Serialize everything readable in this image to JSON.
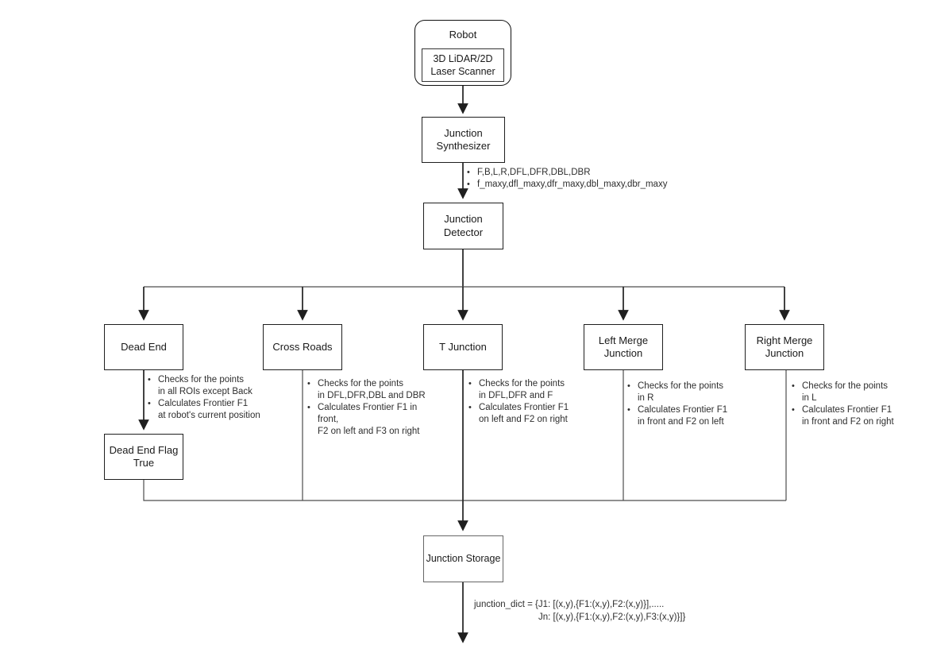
{
  "diagram": {
    "robot": {
      "label": "Robot",
      "sensor_label": "3D LiDAR/2D\nLaser Scanner"
    },
    "junction_synthesizer": {
      "label": "Junction\nSynthesizer",
      "outputs": [
        "F,B,L,R,DFL,DFR,DBL,DBR",
        "f_maxy,dfl_maxy,dfr_maxy,dbl_maxy,dbr_maxy"
      ]
    },
    "junction_detector": {
      "label": "Junction\nDetector"
    },
    "branches": [
      {
        "label": "Dead End",
        "bullets": [
          "Checks for the points\nin all ROIs except Back",
          "Calculates Frontier F1\nat robot's current position"
        ]
      },
      {
        "label": "Cross Roads",
        "bullets": [
          "Checks for the points\nin DFL,DFR,DBL and DBR",
          "Calculates Frontier F1 in front,\nF2 on left and F3 on right"
        ]
      },
      {
        "label": "T Junction",
        "bullets": [
          "Checks for the points\nin DFL,DFR and F",
          "Calculates Frontier F1\non left and F2 on right"
        ]
      },
      {
        "label": "Left Merge\nJunction",
        "bullets": [
          "Checks for the points\nin R",
          "Calculates Frontier F1\nin front and F2 on left"
        ]
      },
      {
        "label": "Right Merge\nJunction",
        "bullets": [
          "Checks for the points\nin L",
          "Calculates Frontier F1\nin front and F2 on right"
        ]
      }
    ],
    "dead_end_flag": {
      "label": "Dead End Flag\nTrue"
    },
    "junction_storage": {
      "label": "Junction Storage",
      "note_lines": [
        "junction_dict = {J1: [(x,y),{F1:(x,y),F2:(x,y)}],.....",
        "Jn: [(x,y),{F1:(x,y),F2:(x,y),F3:(x,y)}]}"
      ]
    }
  }
}
